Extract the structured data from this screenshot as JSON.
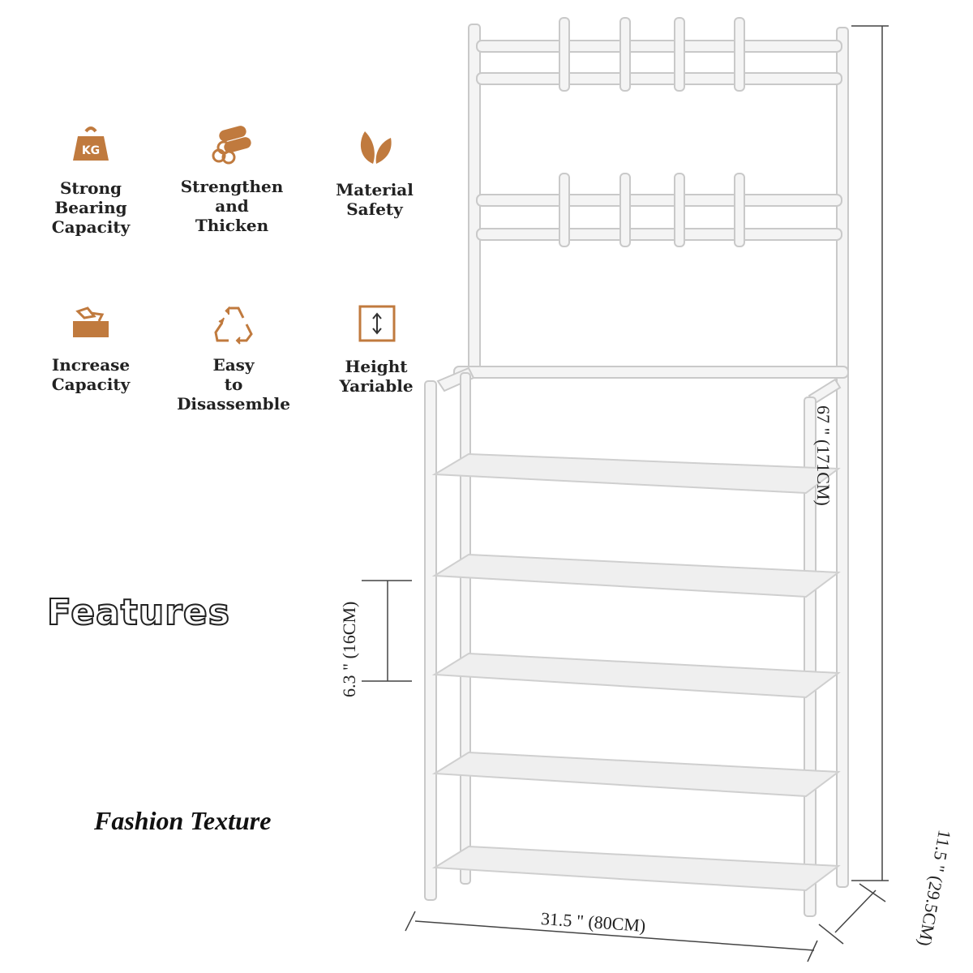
{
  "features": [
    {
      "icon": "kg-weight-icon",
      "label": "Strong\nBearing\nCapacity"
    },
    {
      "icon": "logs-icon",
      "label": "Strengthen\nand\nThicken"
    },
    {
      "icon": "leaf-icon",
      "label": "Material\nSafety"
    },
    {
      "icon": "box-icon",
      "label": "Increase\nCapacity"
    },
    {
      "icon": "recycle-icon",
      "label": "Easy\nto\nDisassemble"
    },
    {
      "icon": "height-arrows-icon",
      "label": "Height\nYariable"
    }
  ],
  "features_title": "Features",
  "fashion_texture": "Fashion Texture",
  "dimensions": {
    "height": "67 \"  (171CM)",
    "shelf_gap": "6.3 \"  (16CM)",
    "width": "31.5 \"   (80CM)",
    "depth": "11.5 \"  (29.5CM)"
  },
  "icon_text": {
    "kg": "KG"
  },
  "colors": {
    "accent": "#c07a3e",
    "frame": "#e9e9e9"
  }
}
